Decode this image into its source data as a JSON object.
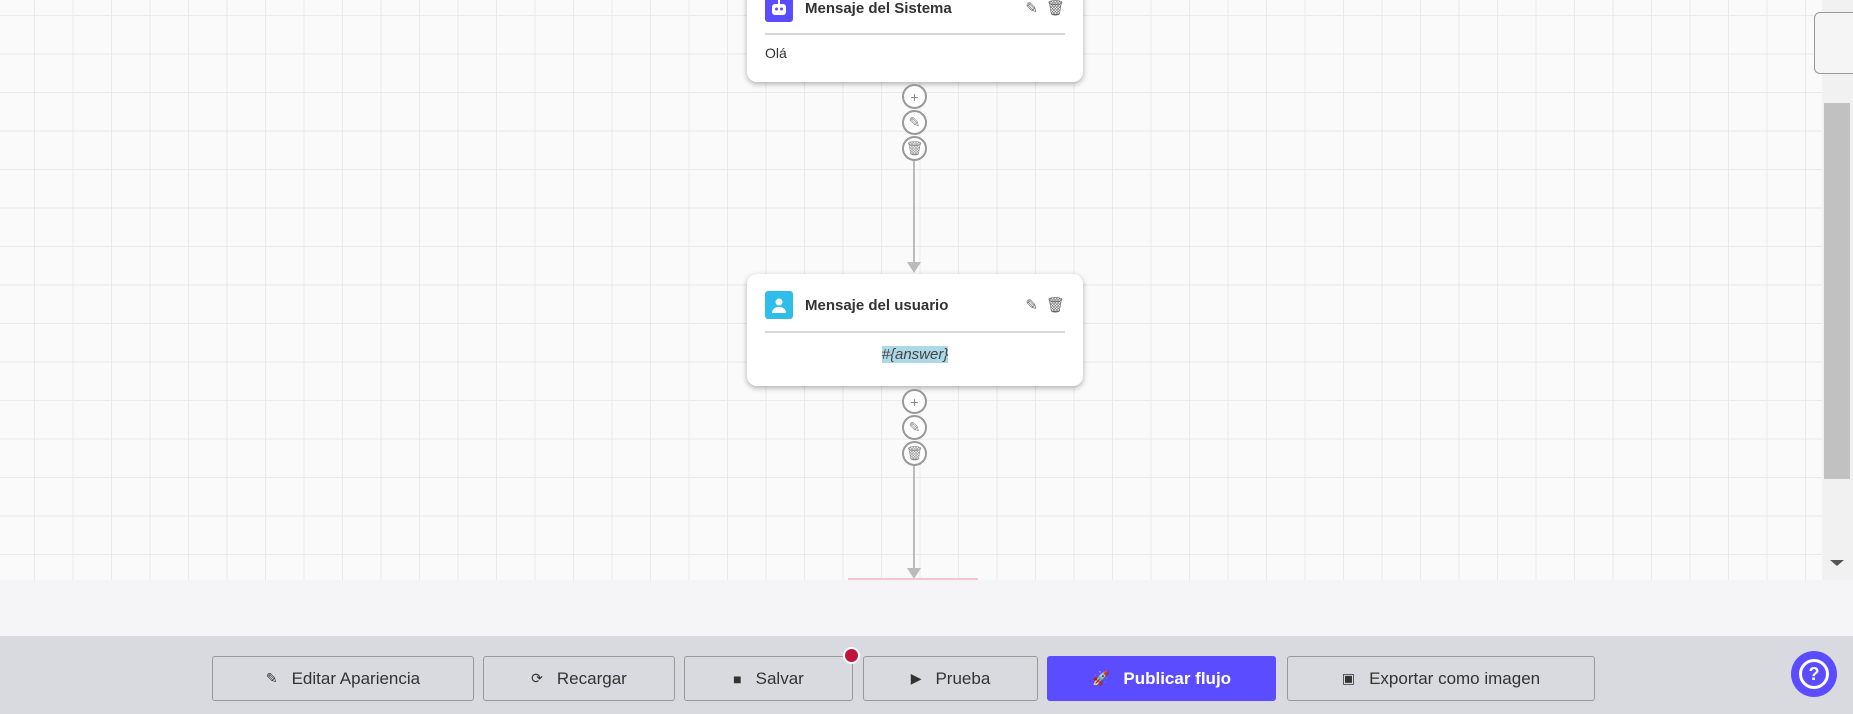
{
  "nodes": [
    {
      "title": "Mensaje del Sistema",
      "content": "Olá",
      "icon": "robot-icon",
      "icon_color": "#5b4cff"
    },
    {
      "title": "Mensaje del usuario",
      "content": "#{answer}",
      "icon": "user-icon",
      "icon_color": "#2fbde9"
    }
  ],
  "toolbar": {
    "edit_appearance": "Editar Apariencia",
    "reload": "Recargar",
    "save": "Salvar",
    "test": "Prueba",
    "publish": "Publicar flujo",
    "export": "Exportar como imagen"
  },
  "colors": {
    "accent": "#5b4cff",
    "unsaved_dot": "#c0143c"
  }
}
